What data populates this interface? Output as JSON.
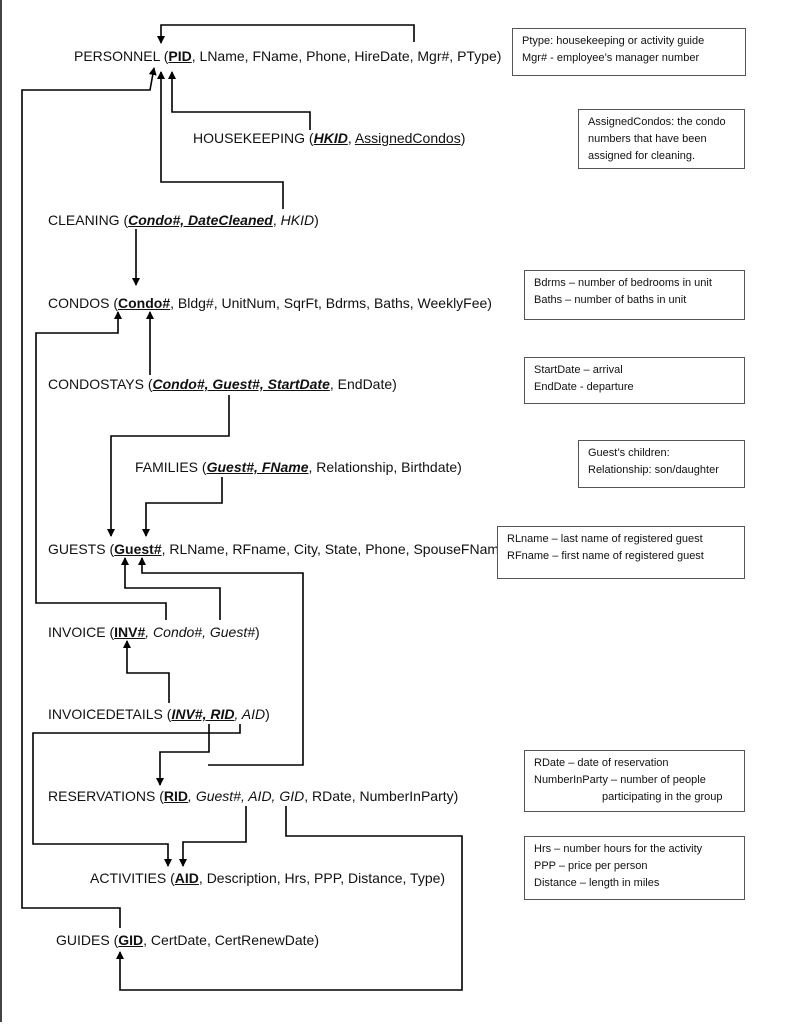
{
  "relations": {
    "personnel": {
      "name": "PERSONNEL",
      "pk": "PID",
      "rest": ", LName, FName, Phone, HireDate, Mgr#, PType)"
    },
    "housekeeping": {
      "name": "HOUSEKEEPING",
      "pkfk": "HKID",
      "sep": ", ",
      "attr": "AssignedCondos"
    },
    "cleaning": {
      "name": "CLEANING",
      "pkfk": "Condo#, DateCleaned",
      "fk": "HKID"
    },
    "condos": {
      "name": "CONDOS",
      "pk": "Condo#",
      "rest": ", Bldg#, UnitNum, SqrFt, Bdrms, Baths, WeeklyFee)"
    },
    "condostays": {
      "name": "CONDOSTAYS",
      "pkfk": "Condo#, Guest#, StartDate",
      "rest": ", EndDate)"
    },
    "families": {
      "name": "FAMILIES",
      "pkfk": "Guest#, FName",
      "rest": ", Relationship, Birthdate)"
    },
    "guests": {
      "name": "GUESTS",
      "pk": "Guest#",
      "rest": ", RLName, RFname, City, State, Phone, SpouseFName)"
    },
    "invoice": {
      "name": "INVOICE",
      "pk": "INV#",
      "fk": ", Condo#, Guest#"
    },
    "invoicedetails": {
      "name": "INVOICEDETAILS",
      "pkfk": "INV#, RID",
      "fk": ", AID"
    },
    "reservations": {
      "name": "RESERVATIONS",
      "pk": "RID",
      "fk": ", Guest#, AID, GID",
      "rest": ", RDate, NumberInParty)"
    },
    "activities": {
      "name": "ACTIVITIES",
      "pk": "AID",
      "rest": ", Description, Hrs, PPP, Distance, Type)"
    },
    "guides": {
      "name": "GUIDES",
      "pk": "GID",
      "rest": ", CertDate, CertRenewDate)"
    }
  },
  "notes": {
    "personnel": [
      "Ptype: housekeeping or activity guide",
      "Mgr# - employee’s manager number"
    ],
    "housekeeping": [
      "AssignedCondos: the condo",
      "numbers that have been",
      "assigned for cleaning."
    ],
    "condos": [
      "Bdrms – number of bedrooms in unit",
      "Baths – number of baths in unit"
    ],
    "condostays": [
      "StartDate – arrival",
      "EndDate - departure"
    ],
    "families": [
      "Guest’s children:",
      "Relationship: son/daughter"
    ],
    "guests": [
      "RLname – last name of registered guest",
      "RFname – first name of registered guest"
    ],
    "reservations": [
      "RDate – date of reservation",
      "NumberInParty – number of people",
      "participating in the group"
    ],
    "activities": [
      "Hrs – number hours for the activity",
      "PPP – price per person",
      "Distance – length in miles"
    ]
  },
  "punct": {
    "open": " (",
    "close": ")"
  }
}
